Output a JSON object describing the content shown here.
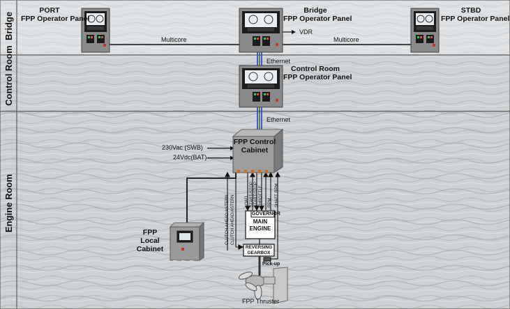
{
  "zones": {
    "bridge": "Bridge",
    "control_room": "Control Room",
    "engine_room": "Engine Room"
  },
  "panels": {
    "port": {
      "line1": "PORT",
      "line2": "FPP Operator Panel"
    },
    "bridge": {
      "line1": "Bridge",
      "line2": "FPP Operator Panel"
    },
    "stbd": {
      "line1": "STBD",
      "line2": "FPP Operator Panel"
    },
    "control_room": {
      "line1": "Control Room",
      "line2": "FPP Operator Panel"
    }
  },
  "links": {
    "multicore_left": "Multicore",
    "multicore_right": "Multicore",
    "vdr": "VDR",
    "ethernet_1": "Ethernet",
    "ethernet_2": "Ethernet"
  },
  "cabinet": {
    "line1": "FPP Control",
    "line2": "Cabinet"
  },
  "power": {
    "ac": "230Vac (SWB)",
    "dc": "24Vdc(BAT)"
  },
  "local_cabinet": {
    "line1": "FPP",
    "line2": "Local",
    "line3": "Cabinet"
  },
  "engine": {
    "governor": "GOVERNOR",
    "line1": "MAIN",
    "line2": "ENGINE"
  },
  "gearbox": {
    "line1": "REVERSING",
    "line2": "GEARBOX"
  },
  "pickup": "Pick-up",
  "thruster": "FPP Thruster",
  "signals": {
    "clutch_commands": "CLUTCH AHEAD/ASTERN",
    "clutch_feedback": "CLUTCH AHEAD/ASTERN",
    "load": "LOAD",
    "start_stop_cmd": "START/STOP",
    "run_stop": "START/STOP",
    "throttle": "THROTTLE",
    "rpm": "RPM",
    "shaft_rpm": "SHAFT RPM"
  },
  "colors": {
    "background": "#cdd1d4",
    "band_line": "#6e6e6e",
    "cable": "#111111",
    "ethernet": "#2a56b8",
    "panel_body": "#8a8a8a"
  }
}
